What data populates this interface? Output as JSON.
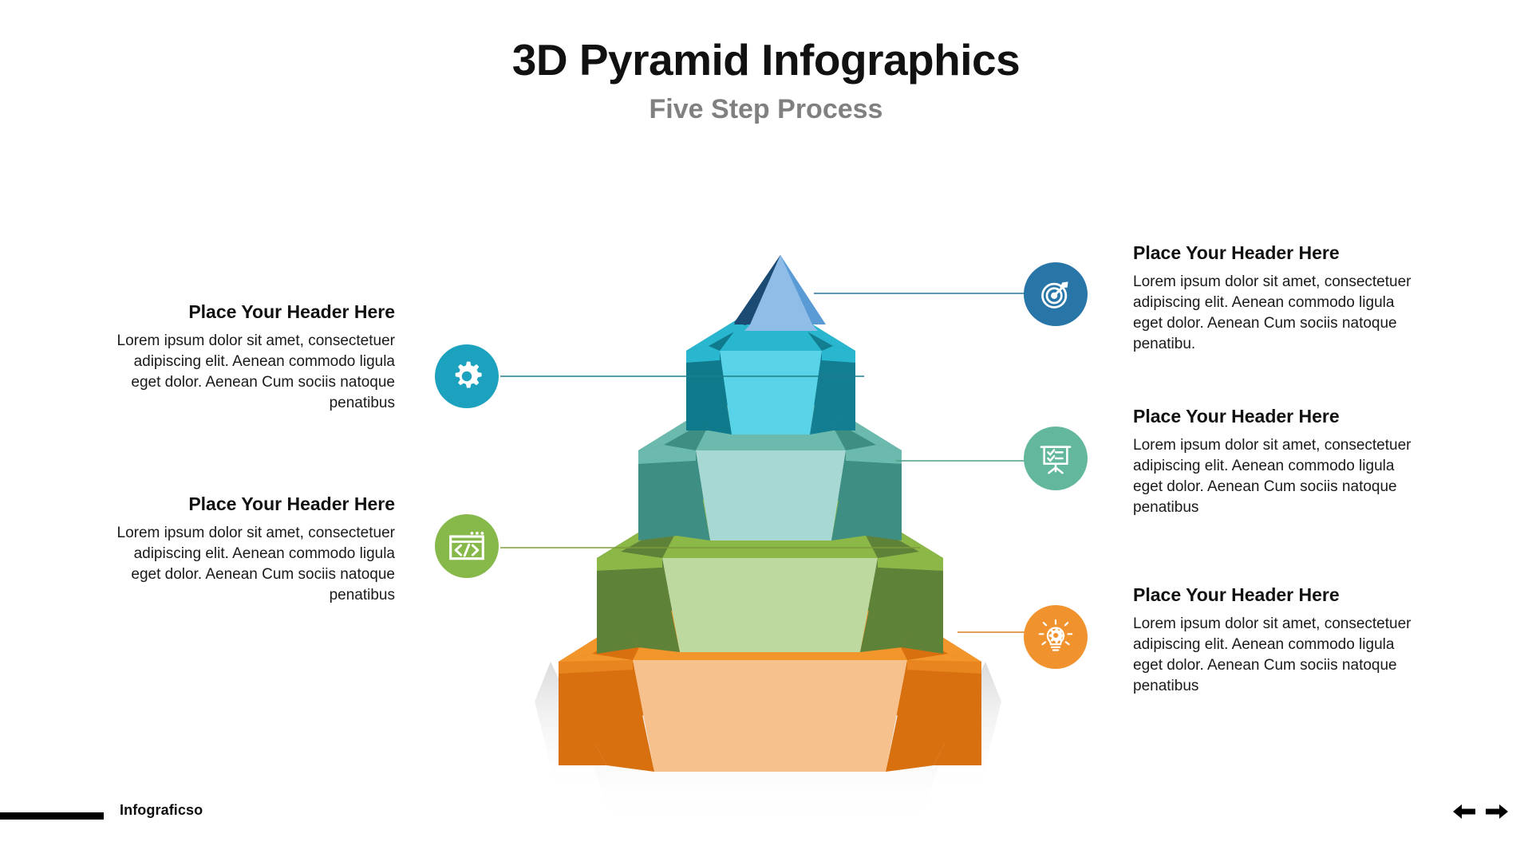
{
  "header": {
    "title": "3D Pyramid Infographics",
    "subtitle": "Five Step Process"
  },
  "footer": {
    "brand": "Infograficso",
    "prev_icon": "arrow-left-icon",
    "next_icon": "arrow-right-icon"
  },
  "body_text": "Lorem ipsum dolor sit amet, consectetuer adipiscing elit. Aenean commodo ligula eget dolor. Aenean Cum sociis natoque penatibus",
  "blocks": [
    {
      "id": "step-1",
      "side": "right",
      "header": "Place Your Header Here",
      "body": "Lorem ipsum dolor sit amet, consectetuer adipiscing elit. Aenean commodo ligula eget dolor. Aenean Cum sociis natoque penatibu.",
      "icon": "target-icon",
      "color": "#2875a8",
      "connector_color": "#2875a8"
    },
    {
      "id": "step-2",
      "side": "left",
      "header": "Place Your Header Here",
      "body": "Lorem ipsum dolor sit amet, consectetuer adipiscing elit. Aenean commodo ligula eget dolor. Aenean Cum sociis natoque penatibus",
      "icon": "gear-icon",
      "color": "#1ca2be",
      "connector_color": "#1d7f8c"
    },
    {
      "id": "step-3",
      "side": "right",
      "header": "Place Your Header Here",
      "body": "Lorem ipsum dolor sit amet, consectetuer adipiscing elit. Aenean commodo ligula eget dolor. Aenean Cum sociis natoque penatibus",
      "icon": "presentation-checklist-icon",
      "color": "#63b79d",
      "connector_color": "#4c9f87"
    },
    {
      "id": "step-4",
      "side": "left",
      "header": "Place Your Header Here",
      "body": "Lorem ipsum dolor sit amet, consectetuer adipiscing elit. Aenean commodo ligula eget dolor. Aenean Cum sociis natoque penatibus",
      "icon": "code-window-icon",
      "color": "#86b84a",
      "connector_color": "#7d9b3a"
    },
    {
      "id": "step-5",
      "side": "right",
      "header": "Place Your Header Here",
      "body": "Lorem ipsum dolor sit amet, consectetuer adipiscing elit. Aenean commodo ligula eget dolor. Aenean Cum sociis natoque penatibus",
      "icon": "lightbulb-gear-icon",
      "color": "#f0932f",
      "connector_color": "#d9801f"
    }
  ],
  "pyramid": {
    "layers": [
      {
        "name": "apex-layer-blue",
        "front": "#8fbde8",
        "left": "#1b4a73",
        "right": "#5b9bd5",
        "rim": "#8fbde8",
        "rim_left": "#1b4a73",
        "rim_right": "#5b9bd5"
      },
      {
        "name": "layer-2-cyan",
        "front": "#58d3e8",
        "left": "#0f7a8c",
        "right": "#137e92",
        "rim": "#29b7cf",
        "rim_left": "#1296ae",
        "rim_right": "#1296ae"
      },
      {
        "name": "layer-3-teal",
        "front": "#a8d8d4",
        "left": "#3f8e84",
        "right": "#3f8e84",
        "rim": "#6cbaad",
        "rim_left": "#4c9f91",
        "rim_right": "#4c9f91"
      },
      {
        "name": "layer-4-green",
        "front": "#bdd9a0",
        "left": "#5f8239",
        "right": "#5f8239",
        "rim": "#8cb848",
        "rim_left": "#7aa33c",
        "rim_right": "#7aa33c"
      },
      {
        "name": "layer-5-orange",
        "front": "#f7c18d",
        "left": "#d8700f",
        "right": "#d8700f",
        "rim": "#f2952b",
        "rim_left": "#e8851f",
        "rim_right": "#e8851f"
      }
    ],
    "shadow_color": "#e8e8e8"
  }
}
